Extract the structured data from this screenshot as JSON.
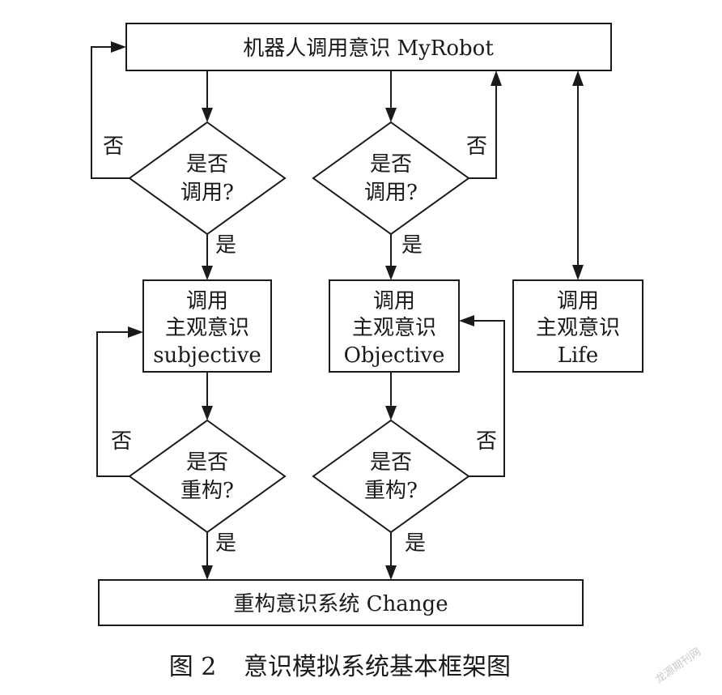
{
  "diagram": {
    "top_box": "机器人调用意识 MyRobot",
    "bottom_box": "重构意识系统 Change",
    "decision_call": {
      "line1": "是否",
      "line2": "调用?"
    },
    "decision_rebuild": {
      "line1": "是否",
      "line2": "重构?"
    },
    "yes_label": "是",
    "no_label": "否",
    "box_subjective": {
      "line1": "调用",
      "line2": "主观意识",
      "line3": "subjective"
    },
    "box_objective": {
      "line1": "调用",
      "line2": "主观意识",
      "line3": "Objective"
    },
    "box_life": {
      "line1": "调用",
      "line2": "主观意识",
      "line3": "Life"
    }
  },
  "caption": {
    "number": "图 2",
    "text": "意识模拟系统基本框架图"
  },
  "watermark": "龙源期刊网"
}
